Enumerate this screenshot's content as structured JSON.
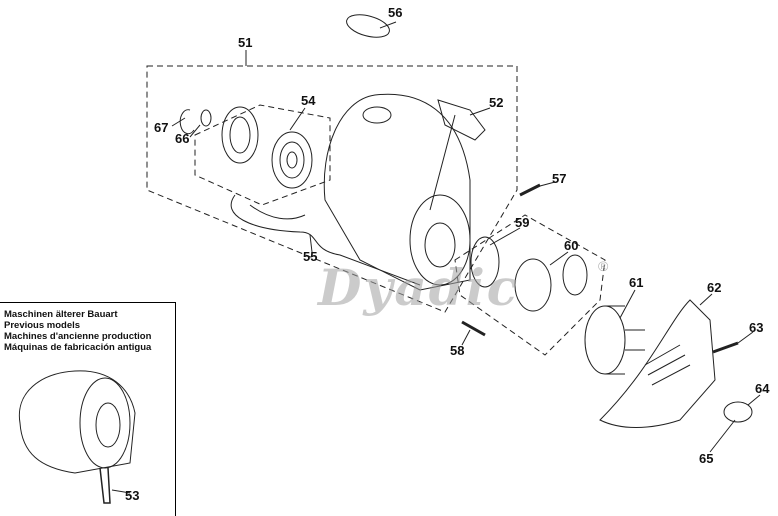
{
  "inset": {
    "lines": [
      "Maschinen älterer Bauart",
      "Previous models",
      "Machines d'ancienne production",
      "Máquinas de fabricación antigua"
    ]
  },
  "watermark": {
    "text": "Dyadic",
    "mark": "®"
  },
  "parts": {
    "p51": "51",
    "p52": "52",
    "p53": "53",
    "p54": "54",
    "p55": "55",
    "p56": "56",
    "p57": "57",
    "p58": "58",
    "p59": "59",
    "p60": "60",
    "p61": "61",
    "p62": "62",
    "p63": "63",
    "p64": "64",
    "p65": "65",
    "p66": "66",
    "p67": "67"
  }
}
